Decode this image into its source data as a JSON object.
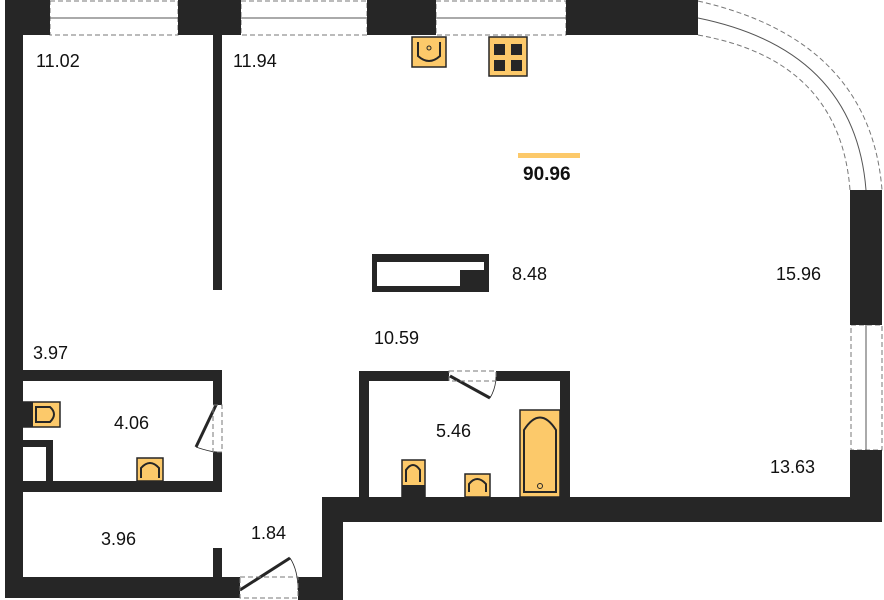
{
  "plan": {
    "total_area": "90.96",
    "accent_color": "#fcc96a",
    "wall_color": "#262626",
    "rooms": [
      {
        "area": "11.02"
      },
      {
        "area": "11.94"
      },
      {
        "area": "8.48"
      },
      {
        "area": "15.96"
      },
      {
        "area": "3.97"
      },
      {
        "area": "10.59"
      },
      {
        "area": "4.06"
      },
      {
        "area": "5.46"
      },
      {
        "area": "13.63"
      },
      {
        "area": "3.96"
      },
      {
        "area": "1.84"
      }
    ]
  }
}
